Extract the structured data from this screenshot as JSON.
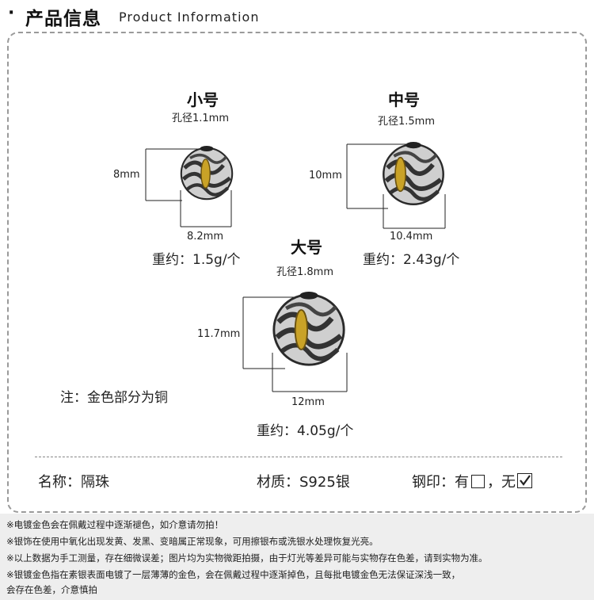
{
  "header": {
    "bullet": "·",
    "title_cn": "产品信息",
    "title_en": "Product Information"
  },
  "beads": {
    "small": {
      "name": "小号",
      "hole": "孔径1.1mm",
      "height": "8mm",
      "width": "8.2mm",
      "weight": "重约：1.5g/个"
    },
    "medium": {
      "name": "中号",
      "hole": "孔径1.5mm",
      "height": "10mm",
      "width": "10.4mm",
      "weight": "重约：2.43g/个"
    },
    "large": {
      "name": "大号",
      "hole": "孔径1.8mm",
      "height": "11.7mm",
      "width": "12mm",
      "weight": "重约：4.05g/个"
    }
  },
  "note": "注：金色部分为铜",
  "specs": {
    "name": "名称：隔珠",
    "material": "材质：S925银",
    "stamp_prefix": "钢印：有",
    "stamp_mid": "，无"
  },
  "notices": [
    "※电镀金色会在佩戴过程中逐渐褪色，如介意请勿拍！",
    "※银饰在使用中氧化出现发黄、发黑、变暗属正常现象，可用擦银布或洗银水处理恢复光亮。",
    "※以上数据为手工测量，存在细微误差；图片均为实物微距拍摄，由于灯光等差异可能与实物存在色差，请到实物为准。",
    "※银镀金色指在素银表面电镀了一层薄薄的金色，会在佩戴过程中逐渐掉色，且每批电镀金色无法保证深浅一致，",
    "会存在色差，介意慎拍"
  ],
  "colors": {
    "silver_dark": "#3a3a3a",
    "silver_light": "#d9d9d9",
    "gold": "#c9a227",
    "border": "#9a9a9a"
  }
}
